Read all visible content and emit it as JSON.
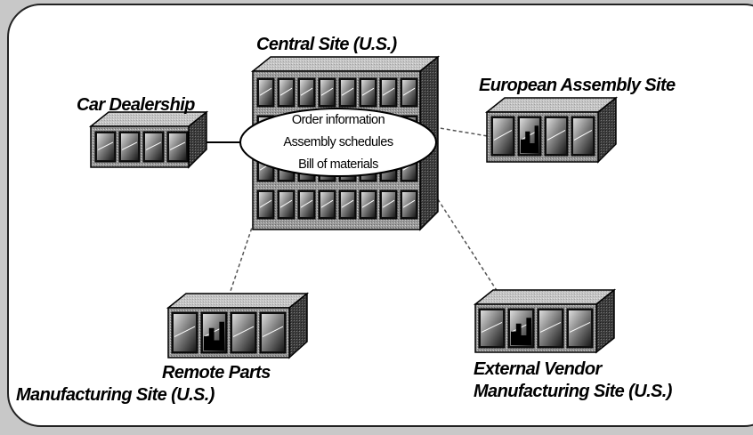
{
  "diagram": {
    "central": {
      "title": "Central Site (U.S.)",
      "bubble": [
        "Order information",
        "Assembly schedules",
        "Bill of materials"
      ]
    },
    "dealership": {
      "title": "Car Dealership"
    },
    "european": {
      "title": "European Assembly Site"
    },
    "remote": {
      "title_line1": "Remote Parts",
      "title_line2": "Manufacturing Site (U.S.)"
    },
    "vendor": {
      "title_line1": "External Vendor",
      "title_line2": "Manufacturing Site (U.S.)"
    }
  }
}
